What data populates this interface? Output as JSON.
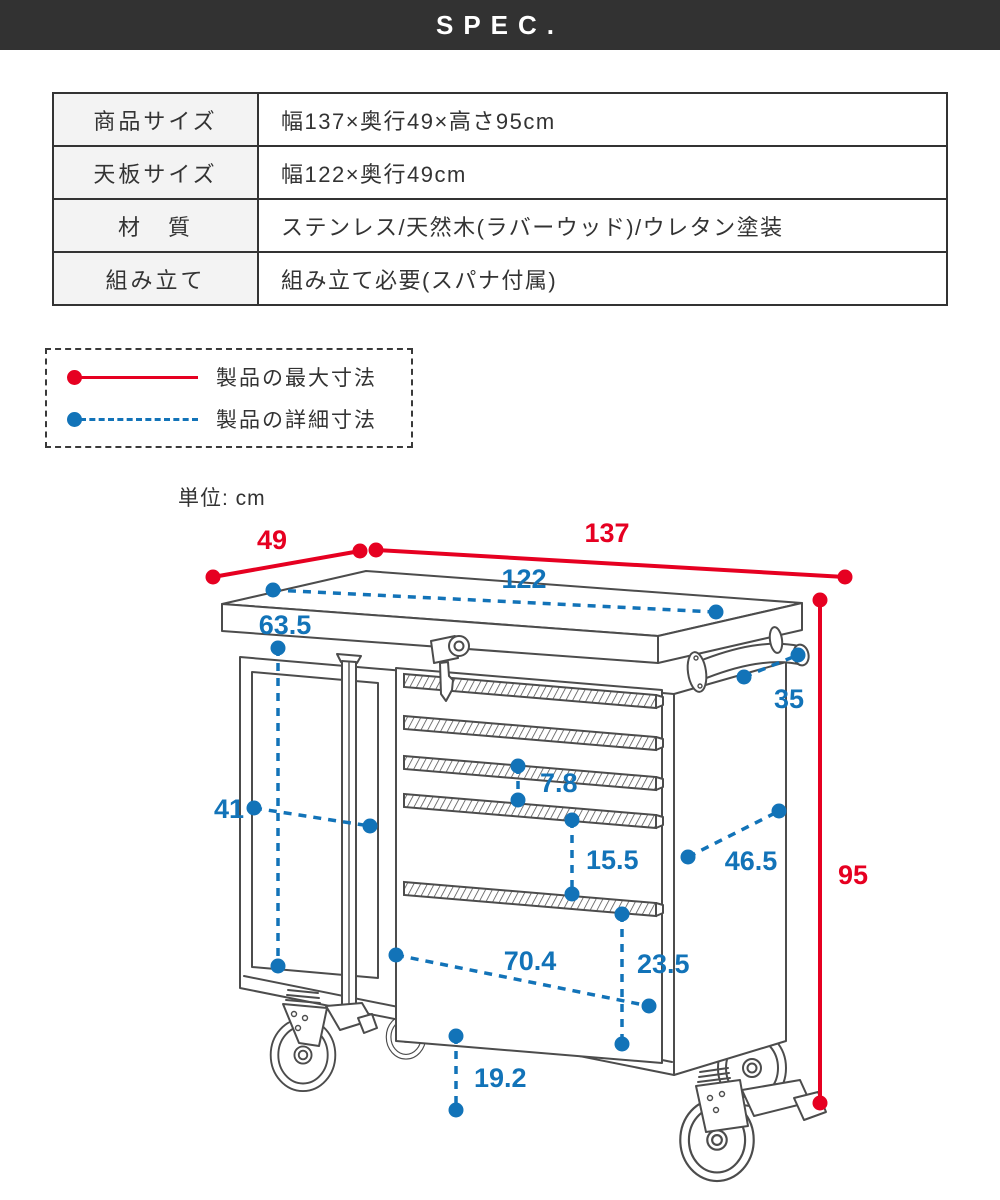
{
  "header": {
    "title": "SPEC."
  },
  "spec_table": {
    "rows": [
      {
        "label": "商品サイズ",
        "value": "幅137×奥行49×高さ95cm"
      },
      {
        "label": "天板サイズ",
        "value": "幅122×奥行49cm"
      },
      {
        "label": "材　質",
        "value": "ステンレス/天然木(ラバーウッド)/ウレタン塗装"
      },
      {
        "label": "組み立て",
        "value": "組み立て必要(スパナ付属)"
      }
    ]
  },
  "legend": {
    "max_dimension_label": "製品の最大寸法",
    "detail_dimension_label": "製品の詳細寸法"
  },
  "diagram": {
    "unit_label": "単位: cm",
    "colors": {
      "max_dimension": "#e60021",
      "detail_dimension": "#1273b8",
      "line_art": "#4c4c4c",
      "header_bg": "#323232"
    },
    "dimensions": {
      "width": "137",
      "depth": "49",
      "height": "95",
      "top_width": "122",
      "door_height": "63.5",
      "door_width": "41",
      "handle_depth": "35",
      "drawer_pitch_small": "7.8",
      "drawer_pitch_large": "15.5",
      "side_depth": "46.5",
      "bottom_drawer_width": "70.4",
      "bottom_drawer_height": "23.5",
      "ground_clearance": "19.2"
    }
  }
}
